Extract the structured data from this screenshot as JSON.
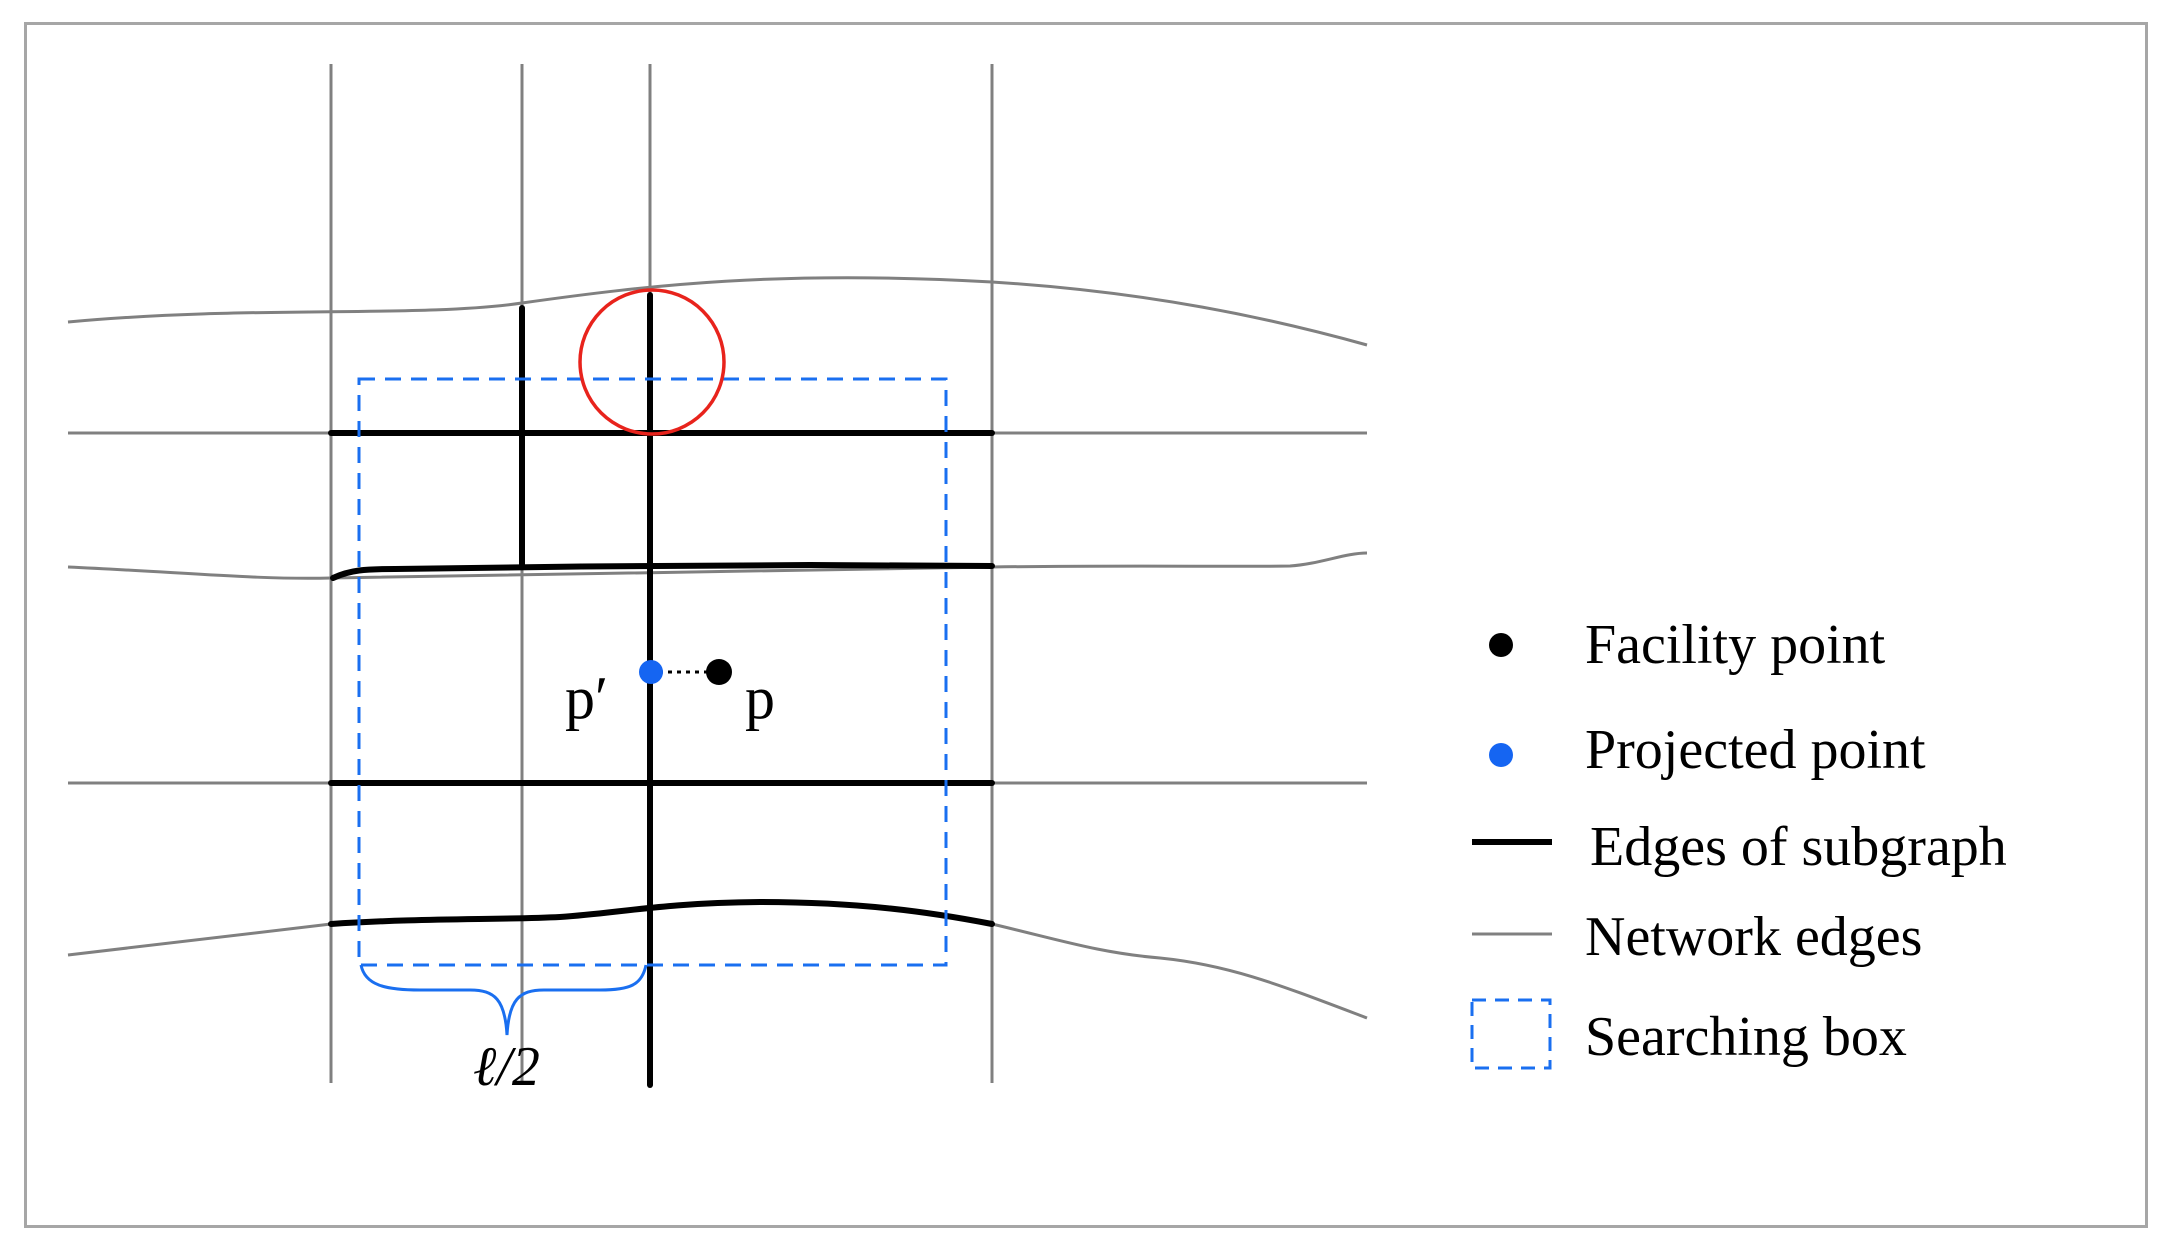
{
  "diagram": {
    "point_labels": {
      "projected": "p′",
      "facility": "p"
    },
    "brace_label": "ℓ/2",
    "legend": [
      {
        "key": "facility",
        "label": "Facility point",
        "symbol": "black-dot"
      },
      {
        "key": "projected",
        "label": "Projected point",
        "symbol": "blue-dot"
      },
      {
        "key": "subgraph",
        "label": "Edges of subgraph",
        "symbol": "thick-black-line"
      },
      {
        "key": "network",
        "label": "Network edges",
        "symbol": "thin-gray-line"
      },
      {
        "key": "box",
        "label": "Searching box",
        "symbol": "blue-dashed-square"
      }
    ]
  },
  "colors": {
    "network_edge": "#808080",
    "subgraph_edge": "#000000",
    "projected_point": "#1565f2",
    "facility_point": "#000000",
    "searching_box": "#1a6ff0",
    "highlight_circle": "#e8231c",
    "frame": "#a6a6a6"
  }
}
